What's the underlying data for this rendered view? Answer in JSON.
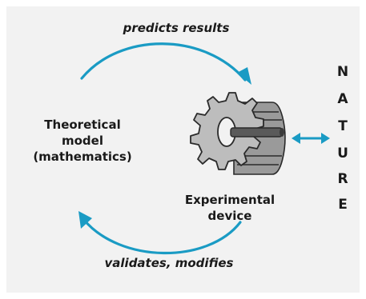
{
  "arrows": {
    "top_label": "predicts results",
    "bottom_label": "validates, modifies"
  },
  "nodes": {
    "theory": [
      "Theoretical",
      "model",
      "(mathematics)"
    ],
    "device": [
      "Experimental",
      "device"
    ],
    "nature": [
      "N",
      "A",
      "T",
      "U",
      "R",
      "E"
    ]
  },
  "colors": {
    "arrow": "#1a9bc4",
    "panel": "#f2f2f2",
    "gear_fill": "#b8b8b8",
    "gear_stroke": "#2a2a2a",
    "text": "#1a1a1a"
  },
  "icons": [
    "gear-icon",
    "double-arrow-icon"
  ]
}
